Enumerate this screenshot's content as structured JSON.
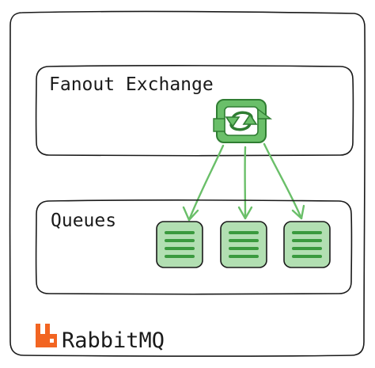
{
  "exchange": {
    "label": "Fanout Exchange"
  },
  "queues": {
    "label": "Queues",
    "count": 3
  },
  "brand": {
    "name": "RabbitMQ",
    "logo_color": "#f26522"
  },
  "colors": {
    "accent_fill": "#b2dfb2",
    "accent_stroke": "#2f7d32",
    "arrow": "#6abf69",
    "outline": "#1a1a1a",
    "container_fill": "#f5f5f5",
    "box_fill": "#ffffff"
  },
  "icons": {
    "exchange_icon": "refresh-cycle-icon",
    "queue_icon": "queue-lines-icon",
    "brand_icon": "rabbitmq-logo-icon"
  }
}
